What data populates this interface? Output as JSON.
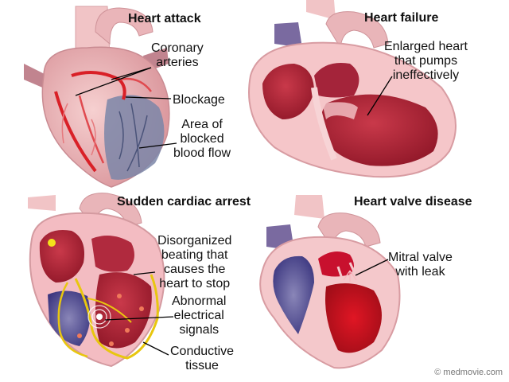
{
  "panels": {
    "attack": {
      "title": "Heart attack",
      "labels": {
        "coronary": "Coronary\narteries",
        "blockage": "Blockage",
        "area": "Area of\nblocked\nblood flow"
      }
    },
    "failure": {
      "title": "Heart failure",
      "labels": {
        "enlarged": "Enlarged heart\nthat pumps\nineffectively"
      }
    },
    "arrest": {
      "title": "Sudden cardiac arrest",
      "labels": {
        "disorganized": "Disorganized\nbeating that\ncauses the\nheart to stop",
        "signals": "Abnormal\nelectrical\nsignals",
        "tissue": "Conductive\ntissue"
      }
    },
    "valve": {
      "title": "Heart valve disease",
      "labels": {
        "mitral": "Mitral valve\nwith leak"
      }
    }
  },
  "credit": "© medmovie.com"
}
